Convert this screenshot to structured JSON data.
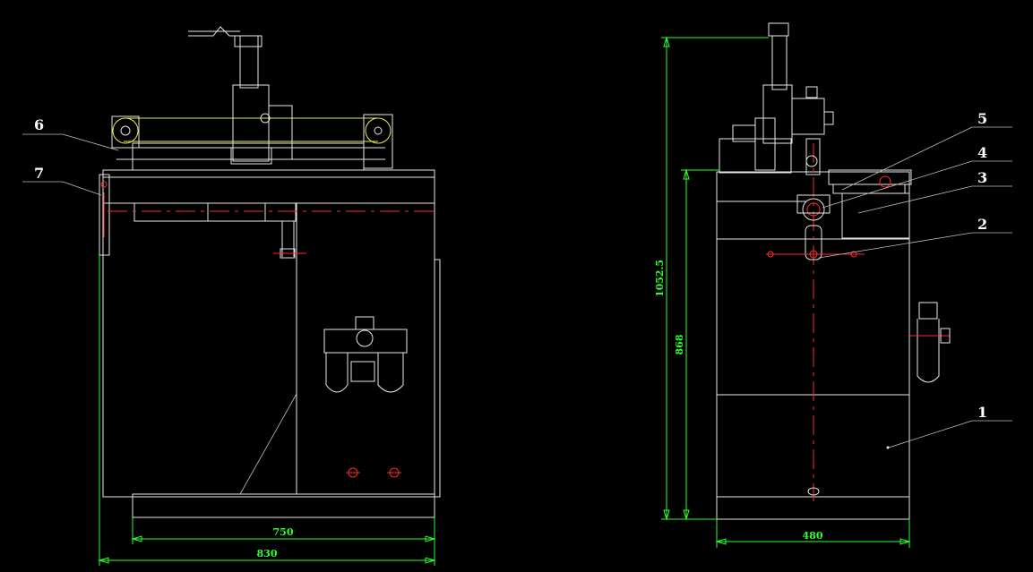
{
  "part_labels": {
    "p1": "1",
    "p2": "2",
    "p3": "3",
    "p4": "4",
    "p5": "5",
    "p6": "6",
    "p7": "7"
  },
  "dimensions": {
    "front_inner_width": "750",
    "front_overall_width": "830",
    "side_width": "480",
    "side_overall_height": "1052.5",
    "side_body_height": "868"
  },
  "colors": {
    "geometry": "#e6e6e6",
    "belt": "#e8e84a",
    "centerline": "#ff2a2a",
    "dimension": "#2cff2c"
  }
}
